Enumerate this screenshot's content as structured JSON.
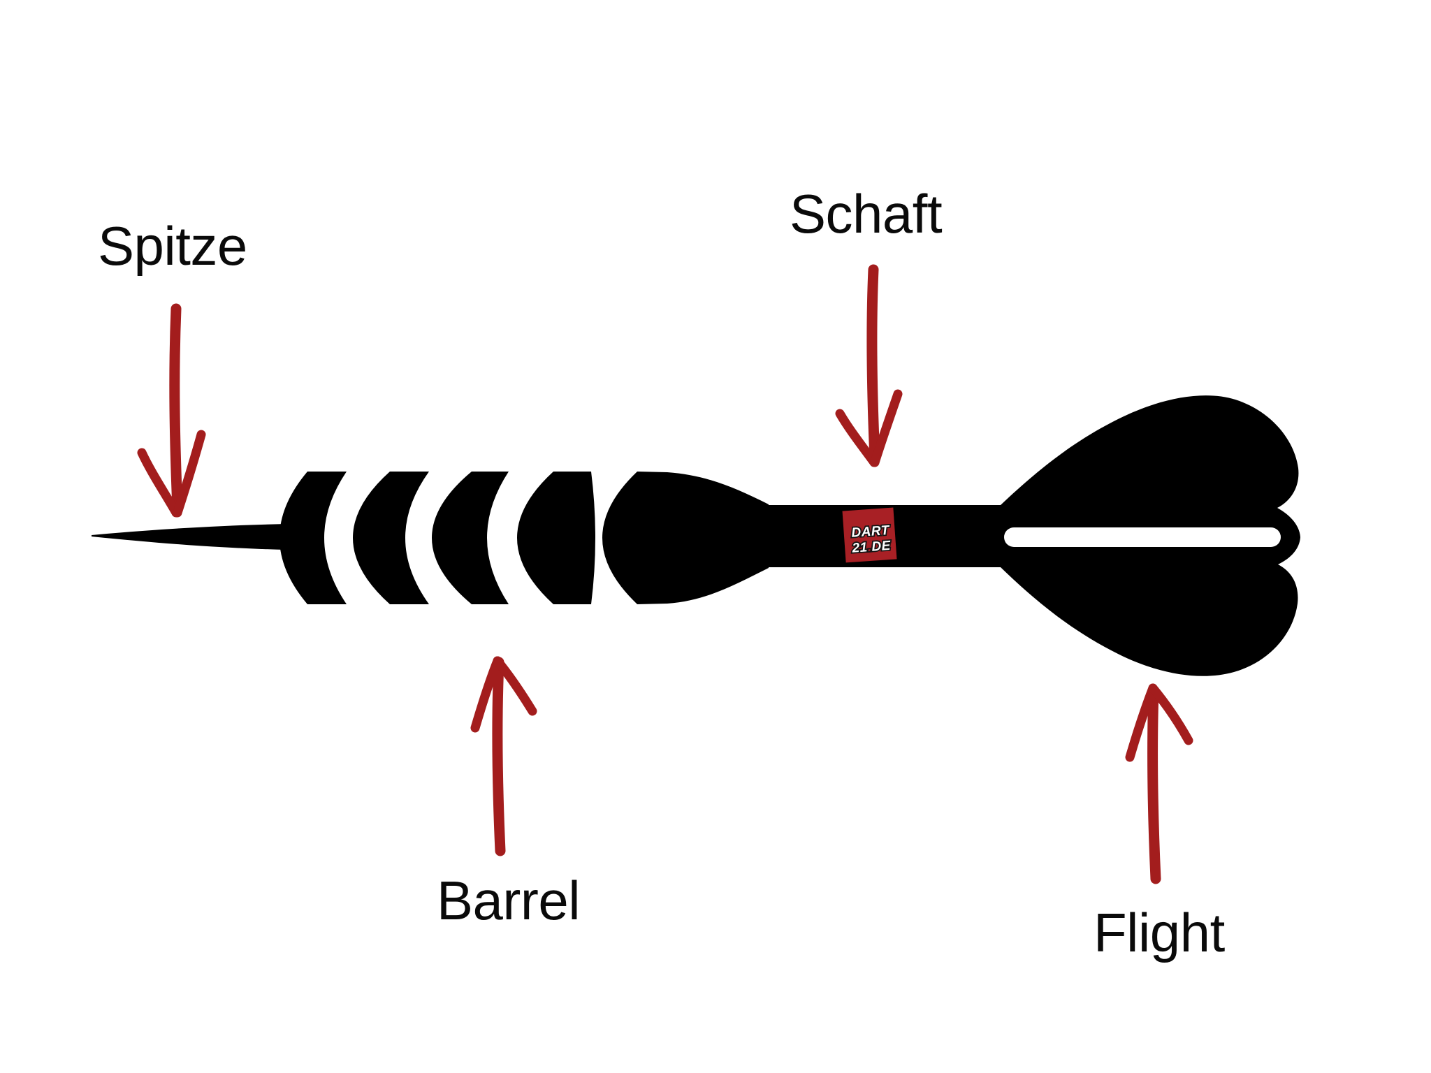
{
  "page": {
    "kind": "dart-parts-diagram",
    "background": "#ffffff"
  },
  "labels": {
    "spitze": "Spitze",
    "schaft": "Schaft",
    "barrel": "Barrel",
    "flight": "Flight"
  },
  "logo": {
    "line1": "DART",
    "line2_num": "21",
    "line2_dot": ".",
    "line2_suffix": "DE"
  },
  "colors": {
    "background": "#ffffff",
    "dart_black": "#000000",
    "arrow_red": "#a31d1d",
    "logo_red": "#a82025",
    "label_text": "#0a0a0a",
    "logo_text": "#ffffff"
  }
}
